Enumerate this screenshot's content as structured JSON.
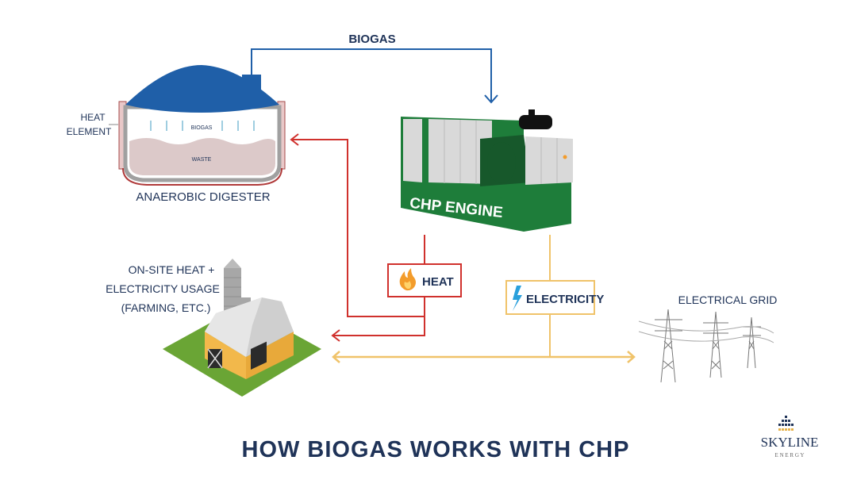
{
  "title": "HOW BIOGAS WORKS WITH CHP",
  "flows": {
    "biogas": "BIOGAS",
    "heat": "HEAT",
    "electricity": "ELECTRICITY"
  },
  "digester": {
    "label": "ANAEROBIC DIGESTER",
    "biogas_label": "BIOGAS",
    "waste_label": "WASTE",
    "heat_element_line1": "HEAT",
    "heat_element_line2": "ELEMENT"
  },
  "engine": {
    "label": "CHP ENGINE"
  },
  "farm": {
    "line1": "ON-SITE HEAT +",
    "line2": "ELECTRICITY USAGE",
    "line3": "(FARMING, ETC.)"
  },
  "grid": {
    "label": "ELECTRICAL GRID"
  },
  "logo": {
    "name": "SKYLINE",
    "sub": "E N E R G Y"
  },
  "colors": {
    "navy": "#1f3358",
    "biogas_blue": "#1f5fa8",
    "heat_red": "#d0312d",
    "electric_gold": "#f0c36a",
    "engine_green": "#1e7d3a"
  }
}
